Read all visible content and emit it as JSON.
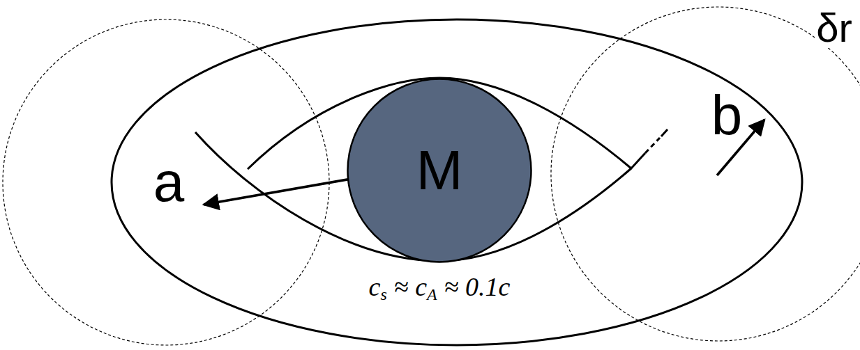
{
  "diagram": {
    "nodes": [
      {
        "text": [
          "M"
        ]
      }
    ],
    "labels": [
      "a",
      "b",
      "δr",
      "c",
      "s",
      "≈ c",
      "A",
      "≈ 0.1c"
    ]
  }
}
